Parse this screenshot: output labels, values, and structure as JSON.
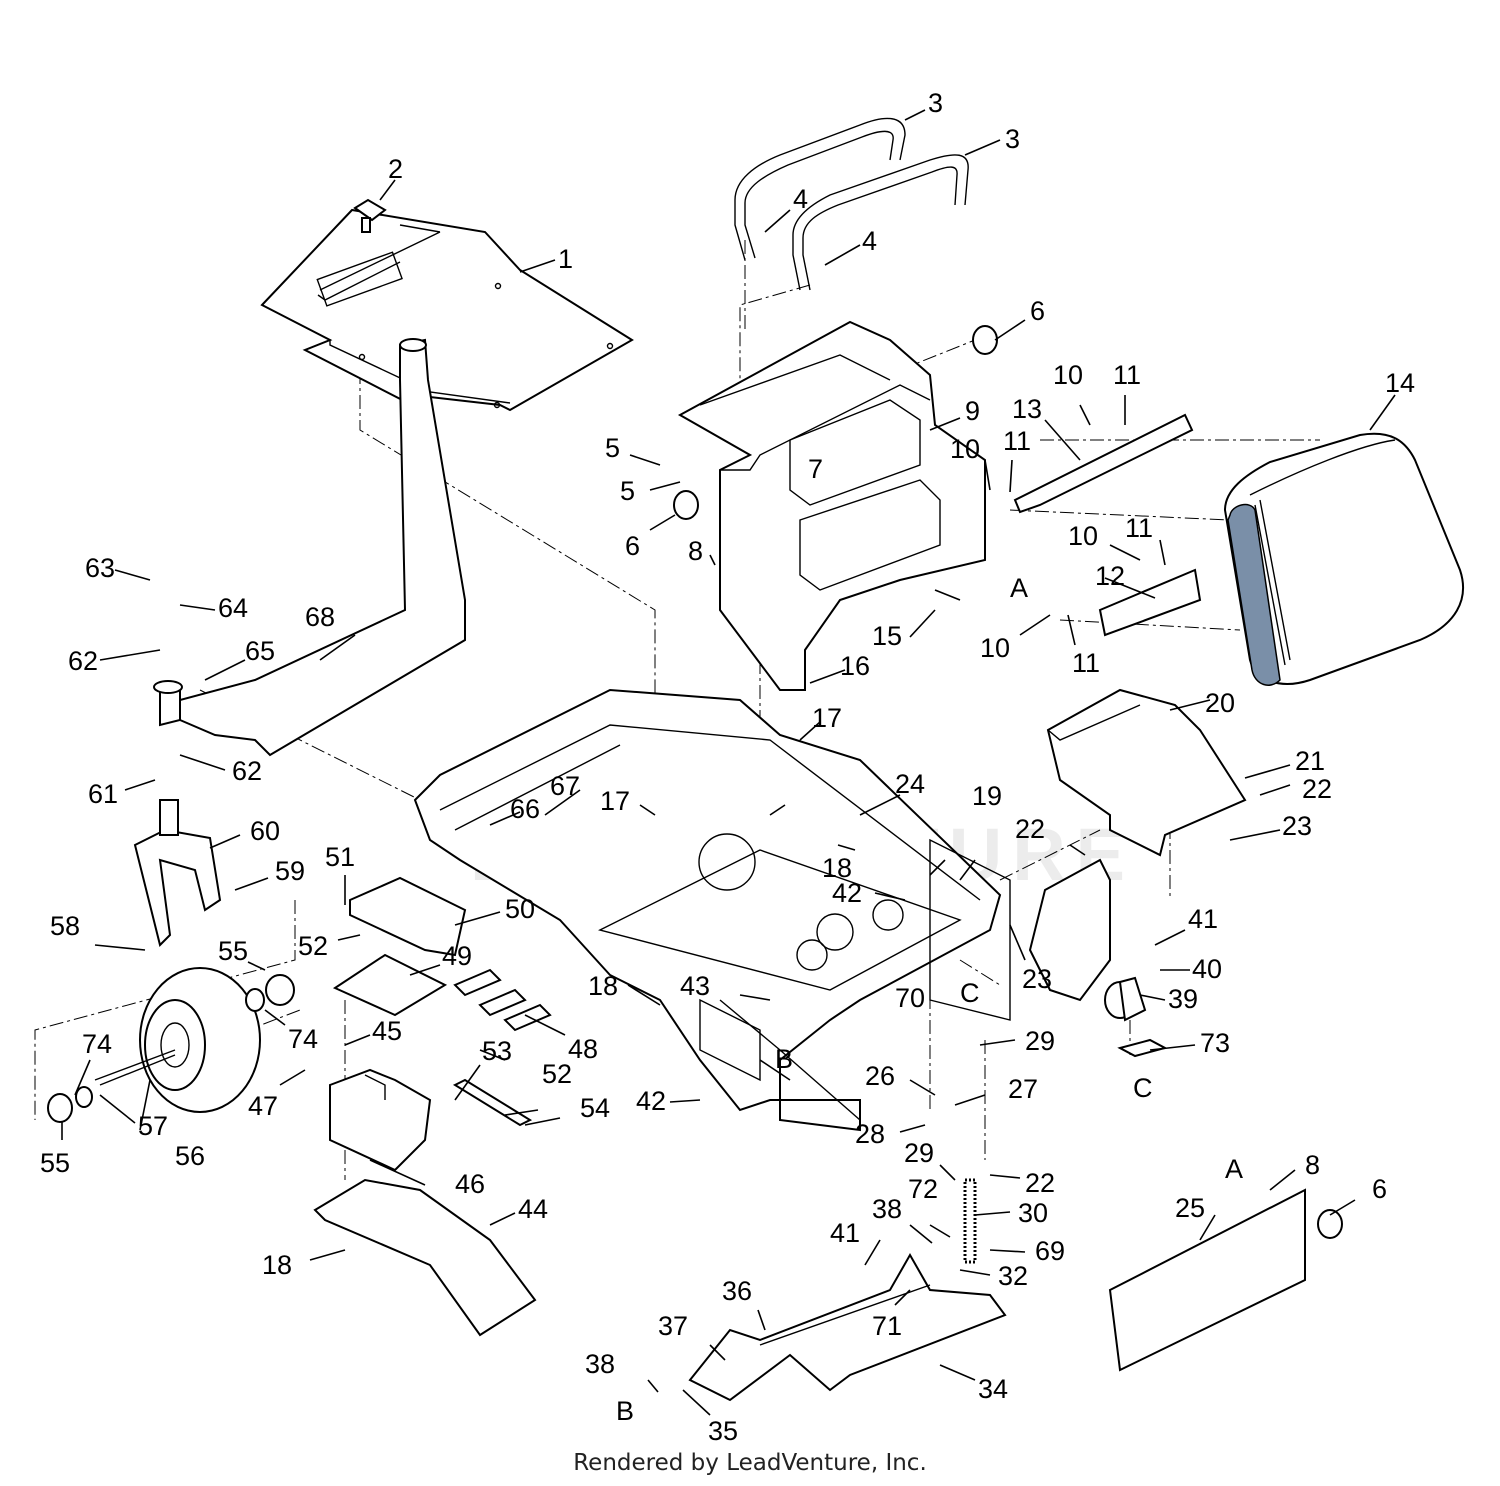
{
  "footer": "Rendered by LeadVenture, Inc.",
  "watermark": "LEADVENTURE",
  "colors": {
    "line": "#000000",
    "background": "#ffffff",
    "seat_accent": "#7a8fa8"
  },
  "callouts": {
    "c1": "1",
    "c2": "2",
    "c3a": "3",
    "c3b": "3",
    "c4a": "4",
    "c4b": "4",
    "c5a": "5",
    "c5b": "5",
    "c6a": "6",
    "c6b": "6",
    "c6c": "6",
    "c7": "7",
    "c8a": "8",
    "c8b": "8",
    "c9": "9",
    "c10a": "10",
    "c10b": "10",
    "c10c": "10",
    "c10d": "10",
    "c11a": "11",
    "c11b": "11",
    "c11c": "11",
    "c11d": "11",
    "c12": "12",
    "c13": "13",
    "c14": "14",
    "c15": "15",
    "c16": "16",
    "c17a": "17",
    "c17b": "17",
    "c18a": "18",
    "c18b": "18",
    "c18c": "18",
    "c19": "19",
    "c20": "20",
    "c21": "21",
    "c22a": "22",
    "c22b": "22",
    "c22c": "22",
    "c23a": "23",
    "c23b": "23",
    "c24": "24",
    "c25": "25",
    "c26": "26",
    "c27": "27",
    "c28": "28",
    "c29a": "29",
    "c29b": "29",
    "c30": "30",
    "c32": "32",
    "c34": "34",
    "c35": "35",
    "c36": "36",
    "c37": "37",
    "c38a": "38",
    "c38b": "38",
    "c39": "39",
    "c40": "40",
    "c41a": "41",
    "c41b": "41",
    "c42a": "42",
    "c42b": "42",
    "c43": "43",
    "c44": "44",
    "c45": "45",
    "c46": "46",
    "c47": "47",
    "c48": "48",
    "c49": "49",
    "c50": "50",
    "c51": "51",
    "c52a": "52",
    "c52b": "52",
    "c53": "53",
    "c54": "54",
    "c55a": "55",
    "c55b": "55",
    "c56": "56",
    "c57": "57",
    "c58": "58",
    "c59": "59",
    "c60": "60",
    "c61": "61",
    "c62a": "62",
    "c62b": "62",
    "c63": "63",
    "c64": "64",
    "c65": "65",
    "c66": "66",
    "c67": "67",
    "c68": "68",
    "c69": "69",
    "c70": "70",
    "c71": "71",
    "c72": "72",
    "c73": "73",
    "c74a": "74",
    "c74b": "74"
  },
  "refs": {
    "A1": "A",
    "A2": "A",
    "B1": "B",
    "B2": "B",
    "C1": "C",
    "C2": "C"
  }
}
